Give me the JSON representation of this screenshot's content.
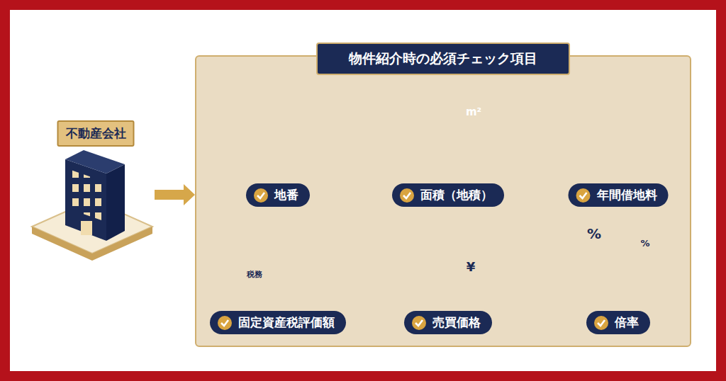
{
  "diagram": {
    "nodes": [
      {
        "text": [
          "不動産会社"
        ]
      },
      {
        "text": [
          "物件紹介時の必須チェック項目"
        ]
      },
      {
        "text": [
          "地番"
        ],
        "in": 1
      },
      {
        "text": [
          "面積（地積）"
        ],
        "in": 1
      },
      {
        "text": [
          "年間借地料"
        ],
        "in": 1
      },
      {
        "text": [
          "固定資産税評価額"
        ],
        "in": 1
      },
      {
        "text": [
          "売買価格"
        ],
        "in": 1
      },
      {
        "text": [
          "倍率"
        ],
        "in": 1
      }
    ],
    "edges": [
      {
        "from": 0,
        "to": 1,
        "arrow": "to"
      },
      {
        "from": 2,
        "to": 3,
        "arrow": "to"
      },
      {
        "from": 3,
        "to": 4,
        "arrow": "to"
      },
      {
        "from": 5,
        "to": 6,
        "arrow": "to"
      },
      {
        "from": 6,
        "to": 7,
        "arrow": "to"
      }
    ],
    "labels": [
      "m²",
      "税務",
      "¥",
      "%",
      "%"
    ]
  }
}
